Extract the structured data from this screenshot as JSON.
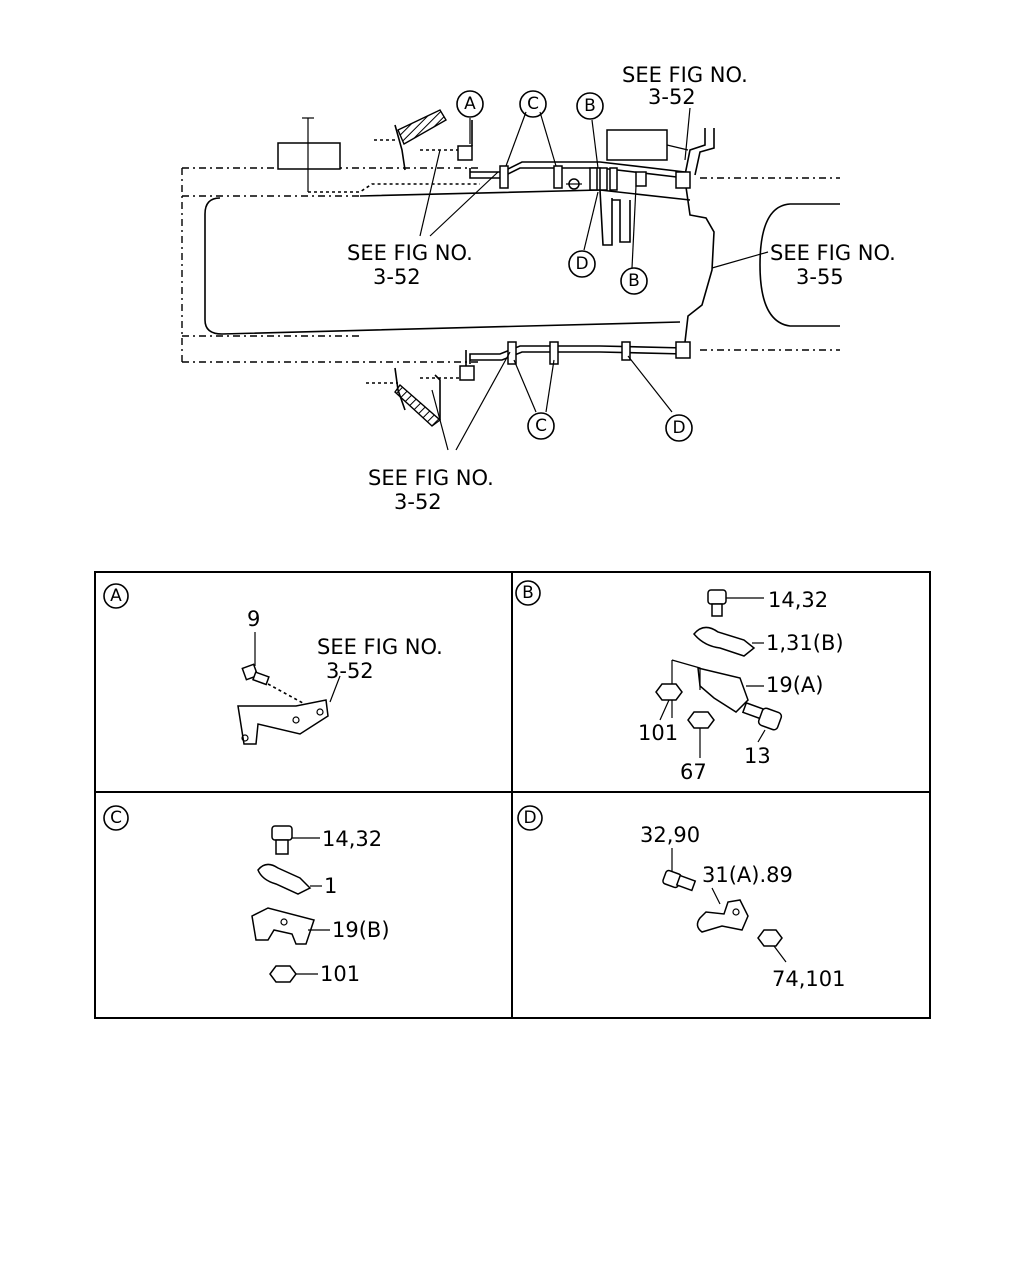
{
  "main": {
    "see_fig_label": "SEE FIG NO.",
    "refs": {
      "top_right": "3-52",
      "left_upper": "3-52",
      "right": "3-55",
      "bottom": "3-52"
    },
    "callouts": {
      "a": "A",
      "c_top": "C",
      "b_top": "B",
      "d_top": "D",
      "b_lower": "B",
      "c_bottom": "C",
      "d_bottom": "D"
    }
  },
  "details": {
    "a": {
      "letter": "A",
      "see_fig": "SEE FIG NO.",
      "ref": "3-52",
      "parts": [
        "9"
      ]
    },
    "b": {
      "letter": "B",
      "parts": [
        "14,32",
        "1,31(B)",
        "19(A)",
        "101",
        "67",
        "13"
      ]
    },
    "c": {
      "letter": "C",
      "parts": [
        "14,32",
        "1",
        "19(B)",
        "101"
      ]
    },
    "d": {
      "letter": "D",
      "parts": [
        "32,90",
        "31(A).89",
        "74,101"
      ]
    }
  }
}
